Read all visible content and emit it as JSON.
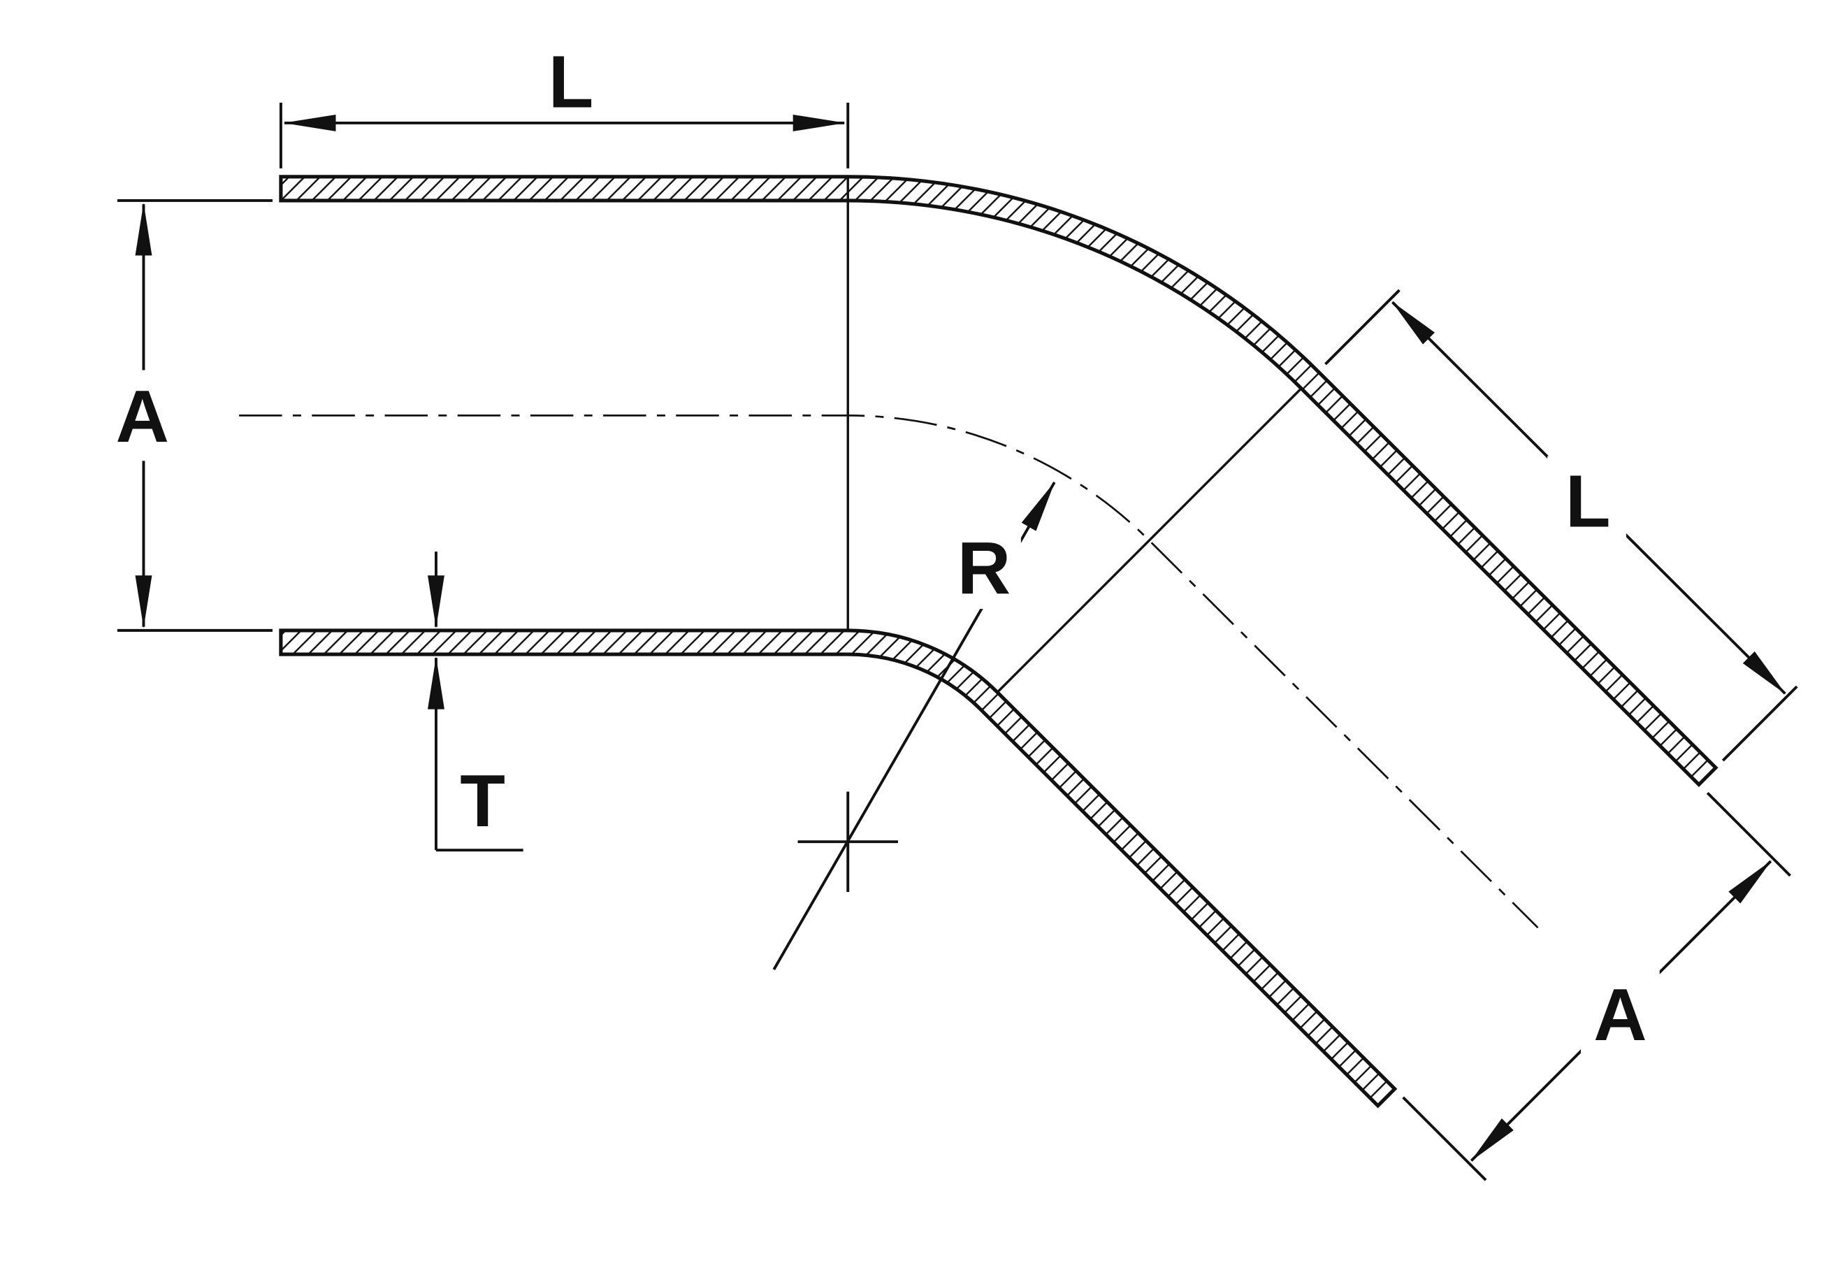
{
  "diagram": {
    "type": "engineering-dimension-drawing",
    "subject": "45-degree elbow tube cross-section with dimension callouts",
    "background": "#ffffff",
    "line_color": "#111111",
    "labels": {
      "length_inlet": "L",
      "diameter_inlet": "A",
      "wall_thickness": "T",
      "bend_radius": "R",
      "length_outlet": "L",
      "diameter_outlet": "A"
    }
  }
}
